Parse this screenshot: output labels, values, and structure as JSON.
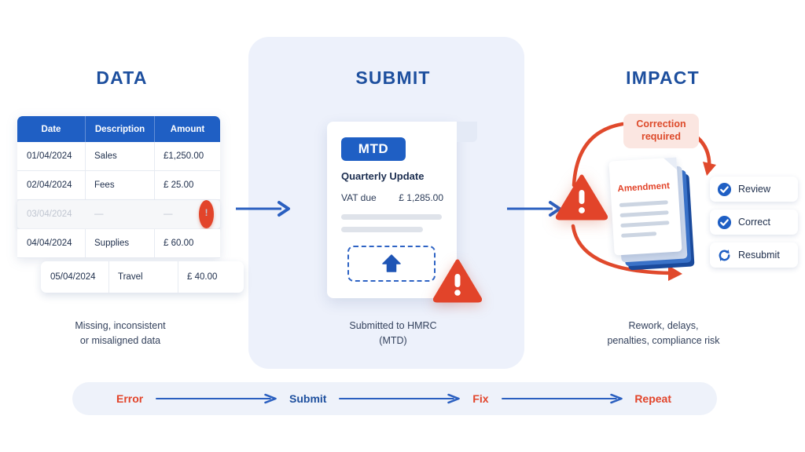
{
  "columns": {
    "data": {
      "heading": "DATA",
      "caption": "Missing, inconsistent\nor misaligned data"
    },
    "submit": {
      "heading": "SUBMIT",
      "caption": "Submitted to HMRC\n(MTD)"
    },
    "impact": {
      "heading": "IMPACT",
      "caption": "Rework, delays,\npenalties, compliance risk"
    }
  },
  "table": {
    "headers": {
      "date": "Date",
      "description": "Description",
      "amount": "Amount"
    },
    "rows": [
      {
        "date": "01/04/2024",
        "description": "Sales",
        "amount": "£1,250.00",
        "error": false
      },
      {
        "date": "02/04/2024",
        "description": "Fees",
        "amount": "£  25.00",
        "error": false
      },
      {
        "date": "03/04/2024",
        "description": "—",
        "amount": "—",
        "error": true,
        "error_icon": "!"
      },
      {
        "date": "04/04/2024",
        "description": "Supplies",
        "amount": "£  60.00",
        "error": false
      }
    ],
    "offset_row": {
      "date": "05/04/2024",
      "description": "Travel",
      "amount": "£  40.00"
    }
  },
  "document": {
    "badge": "MTD",
    "title": "Quarterly Update",
    "vat_label": "VAT due",
    "vat_value": "£ 1,285.00",
    "upload_icon": "upload-arrow-icon",
    "warning_icon": "warning-triangle-icon"
  },
  "impact": {
    "correction_badge_line1": "Correction",
    "correction_badge_line2": "required",
    "warning_icon": "warning-triangle-icon",
    "amendment_label": "Amendment",
    "actions": [
      {
        "label": "Review",
        "icon": "check-circle-icon"
      },
      {
        "label": "Correct",
        "icon": "check-circle-icon"
      },
      {
        "label": "Resubmit",
        "icon": "refresh-icon"
      }
    ]
  },
  "flow": {
    "steps": [
      {
        "label": "Error",
        "color": "red"
      },
      {
        "label": "Submit",
        "color": "blue"
      },
      {
        "label": "Fix",
        "color": "red"
      },
      {
        "label": "Repeat",
        "color": "red"
      }
    ]
  },
  "colors": {
    "brand_blue": "#1f5fc4",
    "heading_blue": "#1d4f9e",
    "alert_red": "#e2442a",
    "panel_bg": "#edf1fb",
    "flow_bar_bg": "#eef2fa",
    "badge_bg": "#fbe6e1"
  }
}
